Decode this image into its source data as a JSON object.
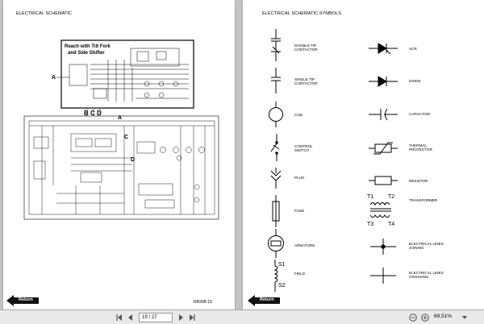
{
  "left_page": {
    "title": "ELECTRICAL SCHEMATIC",
    "inset_title_line1": "Reach with Tilt Fork",
    "inset_title_line2": "and Side Shifter",
    "callouts": {
      "a": "A",
      "b": "B",
      "c": "C",
      "d": "D",
      "bcd": "B C D"
    },
    "reference": "RR308-19",
    "return_label": "Return"
  },
  "right_page": {
    "title": "ELECTRICAL SCHEMATIC SYMBOLS",
    "return_label": "Return",
    "symbols_left": [
      {
        "label_line1": "DOUBLE TIP",
        "label_line2": "CONTACTOR",
        "icon": "double-tip-contactor"
      },
      {
        "label_line1": "SINGLE TIP",
        "label_line2": "CONTACTOR",
        "icon": "single-tip-contactor"
      },
      {
        "label_line1": "COIL",
        "label_line2": "",
        "icon": "coil"
      },
      {
        "label_line1": "CONTROL",
        "label_line2": "SWITCH",
        "icon": "control-switch"
      },
      {
        "label_line1": "PLUG",
        "label_line2": "",
        "icon": "plug"
      },
      {
        "label_line1": "FUSE",
        "label_line2": "",
        "icon": "fuse"
      },
      {
        "label_line1": "ARMATURE",
        "label_line2": "",
        "icon": "armature"
      },
      {
        "label_line1": "FIELD",
        "label_line2": "",
        "icon": "field"
      }
    ],
    "symbols_right": [
      {
        "label_line1": "SCR",
        "label_line2": "",
        "icon": "scr"
      },
      {
        "label_line1": "DIODE",
        "label_line2": "",
        "icon": "diode"
      },
      {
        "label_line1": "CAPACITOR",
        "label_line2": "",
        "icon": "capacitor"
      },
      {
        "label_line1": "THERMAL",
        "label_line2": "PROTECTOR",
        "icon": "thermal-protector"
      },
      {
        "label_line1": "RESISTOR",
        "label_line2": "",
        "icon": "resistor"
      },
      {
        "label_line1": "TRANSFORMER",
        "label_line2": "",
        "icon": "transformer"
      },
      {
        "label_line1": "ELECTRICAL LINES",
        "label_line2": "JOINING",
        "icon": "lines-joining"
      },
      {
        "label_line1": "ELECTRICAL LINES",
        "label_line2": "CROSSING",
        "icon": "lines-crossing"
      }
    ],
    "field_labels": {
      "s1": "S1",
      "s2": "S2"
    },
    "transformer_labels": {
      "t1": "T1",
      "t2": "T2",
      "t3": "T3",
      "t4": "T4"
    }
  },
  "toolbar": {
    "current_page": "19",
    "total_pages": "27",
    "page_separator": "/",
    "zoom": "69,51%"
  }
}
